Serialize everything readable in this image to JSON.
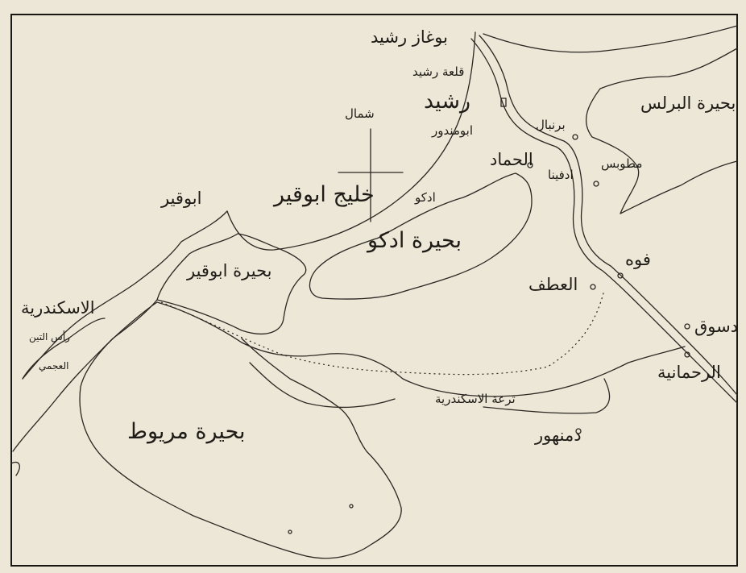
{
  "map": {
    "colors": {
      "paper": "#ece7d6",
      "ink": "#2b2722",
      "frame": "#1a1814"
    },
    "labels": {
      "boghaz_rashid": "بوغاز رشيد",
      "qalat_rashid": "قلعة رشيد",
      "rashid": "رشيد",
      "abu_mandur": "ابومندور",
      "burunbal": "برنبال",
      "buhayrat_burullus": "بحيرة البرلس",
      "shamal": "شمال",
      "al_hammad": "الحماد",
      "mutubis": "مطوبس",
      "idfina": "ادفينا",
      "khalij_abuqir": "خليج ابوقير",
      "abuqir": "ابوقير",
      "idku": "ادكو",
      "buhayrat_idku": "بحيرة ادكو",
      "buhayrat_abuqir": "بحيرة ابوقير",
      "fuwwa": "فوه",
      "al_atf": "العطف",
      "al_iskandariya": "الاسكندرية",
      "ras_al_tin": "رأس التين",
      "al_ajami": "العجمي",
      "disuq": "دسوق",
      "al_rahmaniya": "الرحمانية",
      "tura_iskandariya": "ترعة الاسكندرية",
      "damanhur": "دمنهور",
      "buhayrat_maryut": "بحيرة مريوط"
    }
  }
}
